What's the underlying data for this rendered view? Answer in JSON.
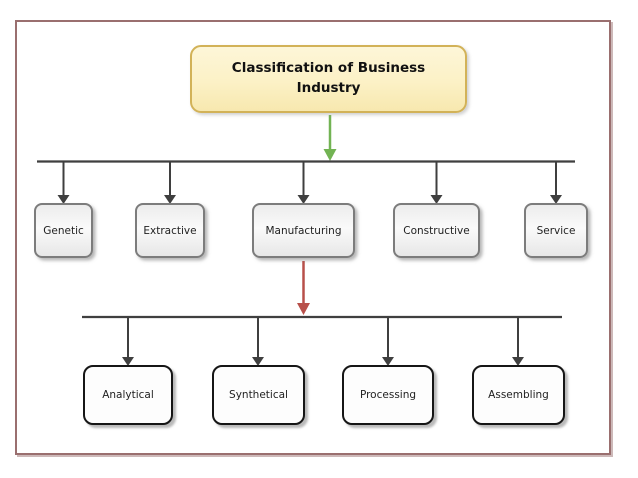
{
  "diagram": {
    "title": "Classification of Business Industry",
    "level1": [
      "Genetic",
      "Extractive",
      "Manufacturing",
      "Constructive",
      "Service"
    ],
    "level2": [
      "Analytical",
      "Synthetical",
      "Processing",
      "Assembling"
    ],
    "level2_parent": "Manufacturing"
  },
  "colors": {
    "frame_border": "#9a6f6f",
    "frame_shadow": "#cdb9b9",
    "title_fill": "#fcf1c6",
    "title_border": "#d2b258",
    "connector": "#3f3f3f",
    "green_arrow": "#72b353",
    "red_arrow": "#b8504a",
    "level1_border": "#7c7c7c",
    "level2_border": "#161616",
    "box_text": "#1f1f1f"
  }
}
